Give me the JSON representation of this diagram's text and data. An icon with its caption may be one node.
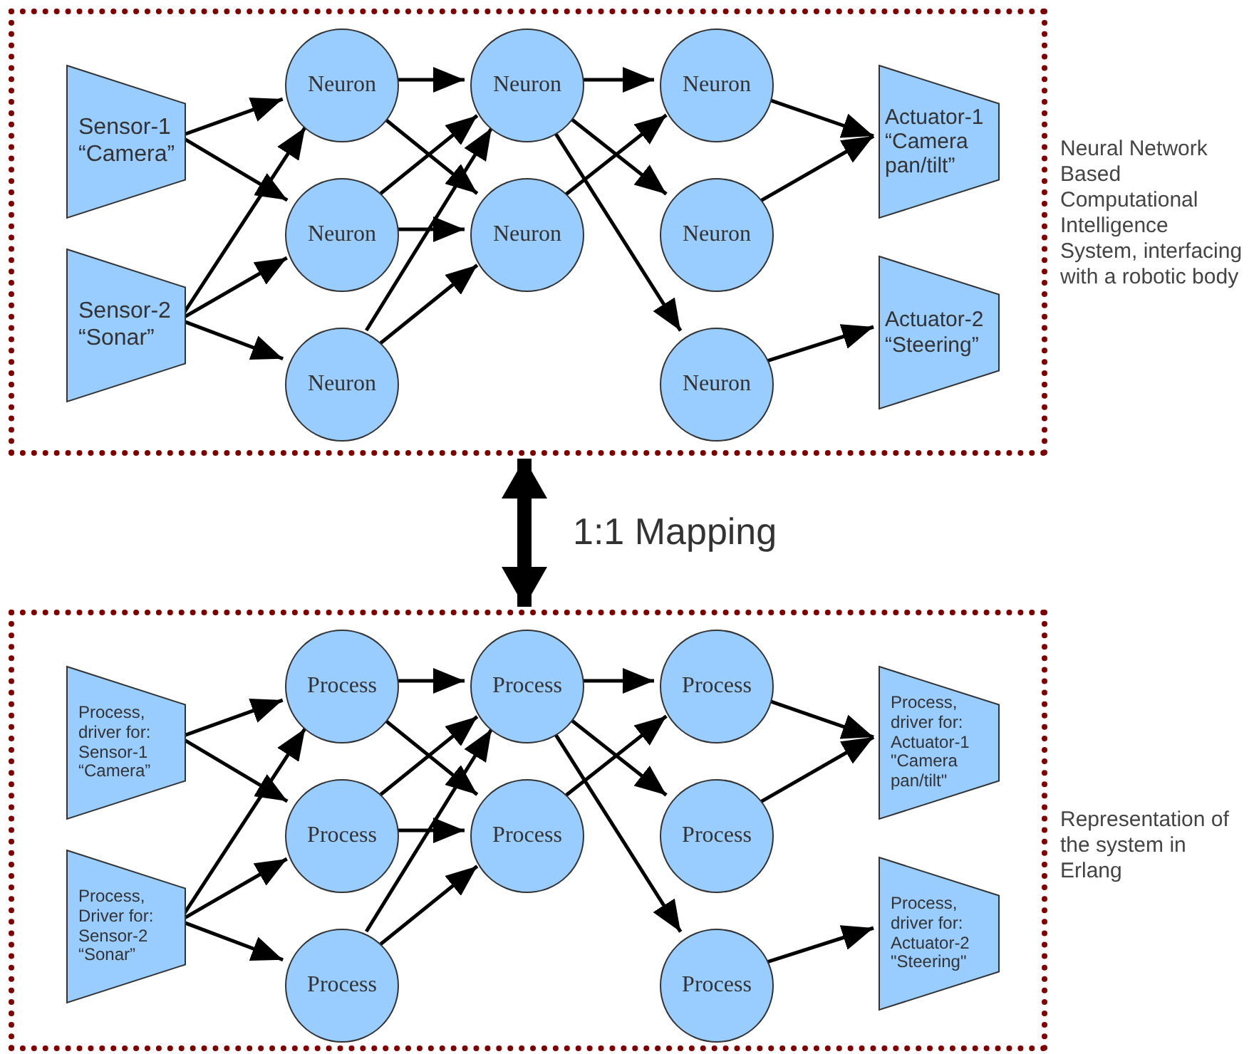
{
  "diagram": {
    "nodes": [
      {
        "text": [],
        "shape": "box",
        "beside": [
          "Neural Network Based Computational Intelligence System, interfacing with a robotic body"
        ]
      },
      {
        "text": [
          "Sensor-1 “Camera”"
        ],
        "in": 0
      },
      {
        "text": [
          "Sensor-2 “Sonar”"
        ],
        "in": 0
      },
      {
        "text": [
          "Neuron"
        ],
        "in": 0
      },
      {
        "text": [
          "Neuron"
        ],
        "in": 0
      },
      {
        "text": [
          "Neuron"
        ],
        "in": 0
      },
      {
        "text": [
          "Neuron"
        ],
        "in": 0
      },
      {
        "text": [
          "Neuron"
        ],
        "in": 0
      },
      {
        "text": [
          "Neuron"
        ],
        "in": 0
      },
      {
        "text": [
          "Neuron"
        ],
        "in": 0
      },
      {
        "text": [
          "Neuron"
        ],
        "in": 0
      },
      {
        "text": [
          "Actuator-1 “Camera pan/tilt”"
        ],
        "in": 0
      },
      {
        "text": [
          "Actuator-2 “Steering”"
        ],
        "in": 0
      },
      {
        "text": [],
        "shape": "box",
        "beside": [
          "Representation of the system in Erlang"
        ]
      },
      {
        "text": [
          "Process, driver for: Sensor-1 “Camera”"
        ],
        "in": 13
      },
      {
        "text": [
          "Process, Driver for: Sensor-2 “Sonar”"
        ],
        "in": 13
      },
      {
        "text": [
          "Process"
        ],
        "in": 13
      },
      {
        "text": [
          "Process"
        ],
        "in": 13
      },
      {
        "text": [
          "Process"
        ],
        "in": 13
      },
      {
        "text": [
          "Process"
        ],
        "in": 13
      },
      {
        "text": [
          "Process"
        ],
        "in": 13
      },
      {
        "text": [
          "Process"
        ],
        "in": 13
      },
      {
        "text": [
          "Process"
        ],
        "in": 13
      },
      {
        "text": [
          "Process"
        ],
        "in": 13
      },
      {
        "text": [
          "Process, driver for: Actuator-1 \"Camera pan/tilt\""
        ],
        "in": 13
      },
      {
        "text": [
          "Process, driver for: Actuator-2 \"Steering\""
        ],
        "in": 13
      }
    ],
    "edges": [
      {
        "from": 1,
        "to": 3,
        "arrow": "to"
      },
      {
        "from": 1,
        "to": 4,
        "arrow": "to"
      },
      {
        "from": 2,
        "to": 3,
        "arrow": "to"
      },
      {
        "from": 2,
        "to": 4,
        "arrow": "to"
      },
      {
        "from": 2,
        "to": 5,
        "arrow": "to"
      },
      {
        "from": 3,
        "to": 6,
        "arrow": "to"
      },
      {
        "from": 3,
        "to": 7,
        "arrow": "to"
      },
      {
        "from": 4,
        "to": 6,
        "arrow": "to"
      },
      {
        "from": 4,
        "to": 7,
        "arrow": "to"
      },
      {
        "from": 5,
        "to": 6,
        "arrow": "to"
      },
      {
        "from": 5,
        "to": 7,
        "arrow": "to"
      },
      {
        "from": 6,
        "to": 8,
        "arrow": "to"
      },
      {
        "from": 6,
        "to": 9,
        "arrow": "to"
      },
      {
        "from": 6,
        "to": 10,
        "arrow": "to"
      },
      {
        "from": 7,
        "to": 8,
        "arrow": "to"
      },
      {
        "from": 8,
        "to": 11,
        "arrow": "to"
      },
      {
        "from": 9,
        "to": 11,
        "arrow": "to"
      },
      {
        "from": 10,
        "to": 12,
        "arrow": "to"
      },
      {
        "from": 0,
        "to": 13,
        "arrow": "both",
        "label": "1:1 Mapping",
        "style": "thick"
      },
      {
        "from": 14,
        "to": 16,
        "arrow": "to"
      },
      {
        "from": 14,
        "to": 17,
        "arrow": "to"
      },
      {
        "from": 15,
        "to": 16,
        "arrow": "to"
      },
      {
        "from": 15,
        "to": 17,
        "arrow": "to"
      },
      {
        "from": 15,
        "to": 18,
        "arrow": "to"
      },
      {
        "from": 16,
        "to": 19,
        "arrow": "to"
      },
      {
        "from": 16,
        "to": 20,
        "arrow": "to"
      },
      {
        "from": 17,
        "to": 19,
        "arrow": "to"
      },
      {
        "from": 17,
        "to": 20,
        "arrow": "to"
      },
      {
        "from": 18,
        "to": 19,
        "arrow": "to"
      },
      {
        "from": 18,
        "to": 20,
        "arrow": "to"
      },
      {
        "from": 19,
        "to": 21,
        "arrow": "to"
      },
      {
        "from": 19,
        "to": 22,
        "arrow": "to"
      },
      {
        "from": 19,
        "to": 23,
        "arrow": "to"
      },
      {
        "from": 20,
        "to": 21,
        "arrow": "to"
      },
      {
        "from": 21,
        "to": 24,
        "arrow": "to"
      },
      {
        "from": 22,
        "to": 24,
        "arrow": "to"
      },
      {
        "from": 23,
        "to": 25,
        "arrow": "to"
      }
    ]
  }
}
